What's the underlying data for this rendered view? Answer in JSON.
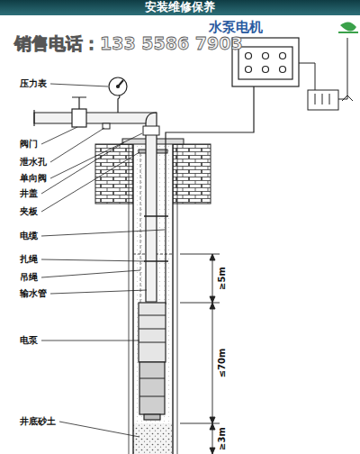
{
  "diagram": {
    "title": "安装维修保养",
    "labels": [
      "水泵电机",
      "销售电话：133 5586 7903",
      "压力表",
      "阀门",
      "泄水孔",
      "单向阀",
      "井盖",
      "夹板",
      "电缆",
      "扎绳",
      "吊绳",
      "输水管",
      "电泵",
      "井底砂土",
      "≥5m",
      "≤70m",
      "≥3m"
    ]
  }
}
